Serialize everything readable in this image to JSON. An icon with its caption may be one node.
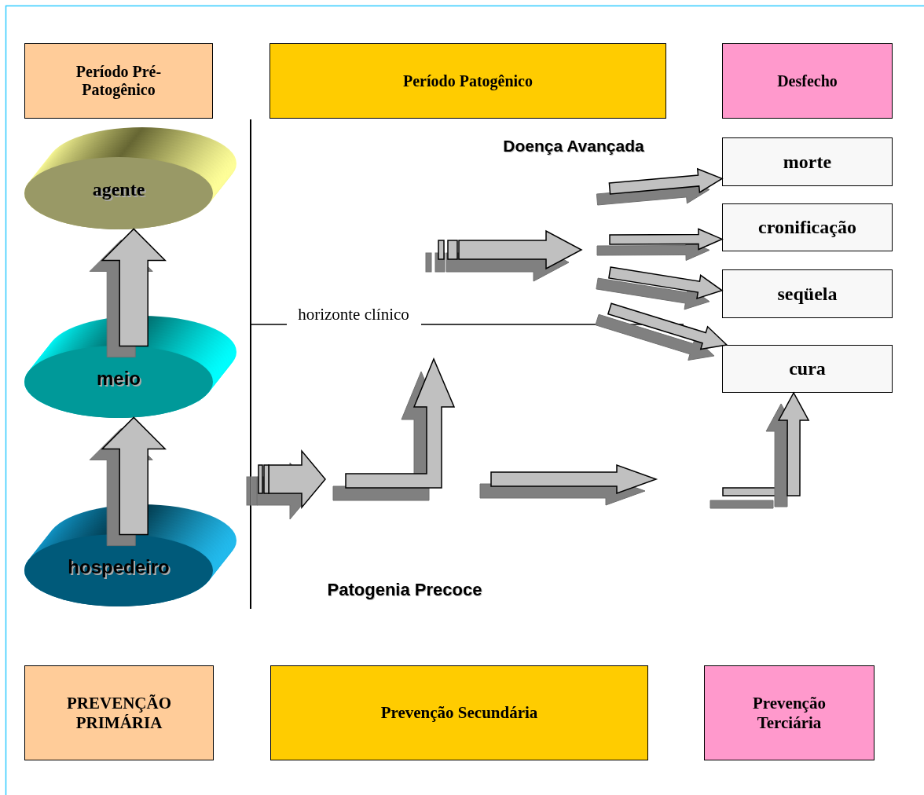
{
  "diagram": {
    "nodes": [
      {
        "text": [
          "Período Pré-Patogênico"
        ]
      },
      {
        "text": [
          "Período Patogênico"
        ]
      },
      {
        "text": [
          "Desfecho"
        ]
      },
      {
        "text": [
          "agente"
        ]
      },
      {
        "text": [
          "meio"
        ]
      },
      {
        "text": [
          "hospedeiro"
        ]
      },
      {
        "text": [
          "morte"
        ]
      },
      {
        "text": [
          "cronificação"
        ]
      },
      {
        "text": [
          "seqüela"
        ]
      },
      {
        "text": [
          "cura"
        ]
      },
      {
        "text": [
          "PREVENÇÃO PRIMÁRIA"
        ]
      },
      {
        "text": [
          "Prevenção Secundária"
        ]
      },
      {
        "text": [
          "Prevenção Terciária"
        ]
      }
    ],
    "edges": [
      {
        "from": 4,
        "to": 3,
        "arrow": "to"
      },
      {
        "from": 5,
        "to": 4,
        "arrow": "to"
      },
      {
        "from": null,
        "to": 6,
        "arrow": "to"
      },
      {
        "from": null,
        "to": 7,
        "arrow": "to"
      },
      {
        "from": null,
        "to": 8,
        "arrow": "to"
      },
      {
        "from": null,
        "to": 9,
        "arrow": "to"
      },
      {
        "from": null,
        "to": 9,
        "arrow": "to"
      }
    ],
    "labels": [
      "Doença Avançada",
      "horizonte clínico",
      "Patogenia Precoce"
    ]
  }
}
